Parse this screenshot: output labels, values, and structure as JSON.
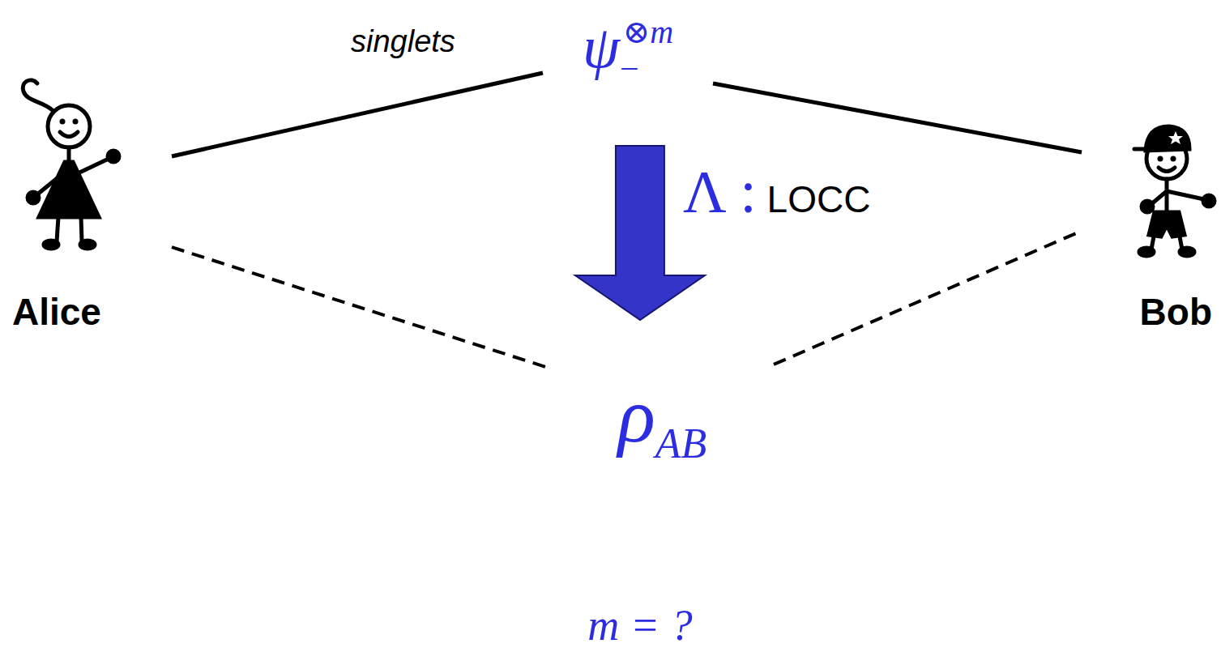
{
  "diagram": {
    "nodes": [
      {
        "text": [
          "Alice"
        ]
      },
      {
        "text": [
          "ψ−⊗m"
        ]
      },
      {
        "text": [
          "Bob"
        ]
      },
      {
        "text": [
          "ρAB"
        ]
      }
    ],
    "edges": [
      {
        "from": 0,
        "to": 1,
        "label": "singlets",
        "arrow": "none"
      },
      {
        "from": 1,
        "to": 2,
        "arrow": "none"
      },
      {
        "from": 0,
        "to": 3,
        "arrow": "none"
      },
      {
        "from": 3,
        "to": 2,
        "arrow": "none"
      },
      {
        "from": 1,
        "to": 3,
        "label": "Λ : LOCC",
        "arrow": "to"
      }
    ],
    "labels": [
      "m = ?"
    ]
  }
}
